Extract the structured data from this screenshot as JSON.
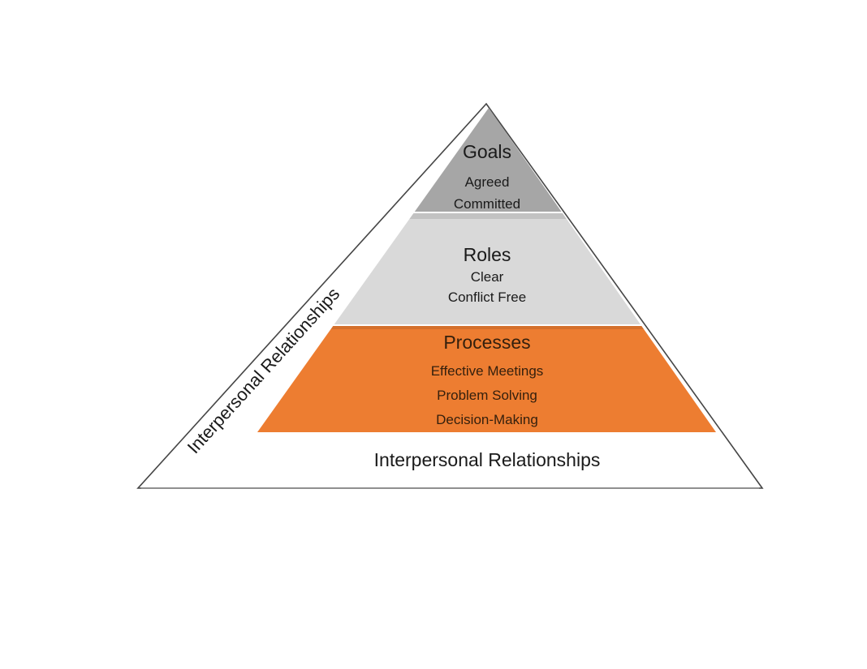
{
  "pyramid": {
    "outline_color": "#454545",
    "base_line_color": "#8f8f8f",
    "background_color": "#ffffff",
    "side_label": "Interpersonal Relationships",
    "base_label": "Interpersonal Relationships",
    "base_label_color": "#1a1a1a",
    "side_label_color": "#1a1a1a",
    "layers": [
      {
        "title": "Goals",
        "items": [
          "Agreed",
          "Committed"
        ],
        "fill": "#a6a6a6",
        "text_color": "#1a1a1a"
      },
      {
        "title": "Roles",
        "items": [
          "Clear",
          "Conflict Free"
        ],
        "fill": "#d9d9d9",
        "text_color": "#1a1a1a"
      },
      {
        "title": "Processes",
        "items": [
          "Effective Meetings",
          "Problem Solving",
          "Decision-Making"
        ],
        "fill": "#ed7d31",
        "text_color": "#35200d"
      }
    ]
  }
}
